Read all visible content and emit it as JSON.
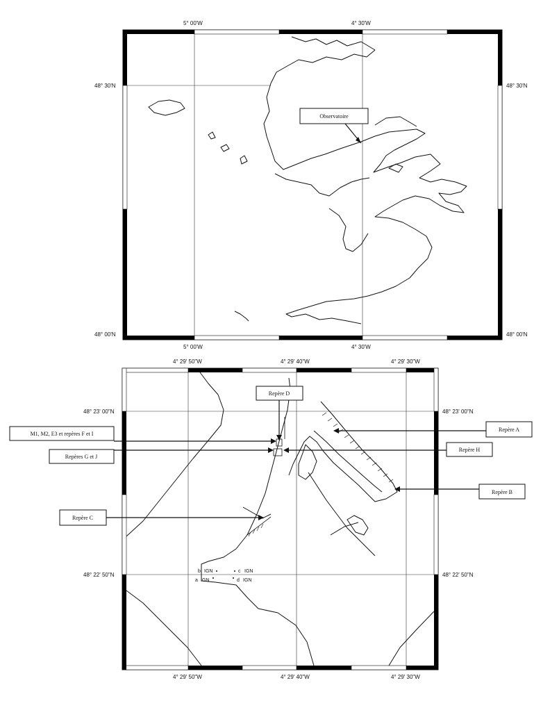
{
  "map_top": {
    "lon_top_ticks": [
      "5° 00'W",
      "4° 30'W"
    ],
    "lon_bottom_ticks": [
      "5° 00'W",
      "4° 30'W"
    ],
    "lat_left_ticks": [
      "48° 30'N",
      "48° 00'N"
    ],
    "lat_right_ticks": [
      "48° 30'N",
      "48° 00'N"
    ],
    "callout": "Observatoire"
  },
  "map_bottom": {
    "lon_top_ticks": [
      "4° 29' 50\"W",
      "4° 29' 40\"W",
      "4° 29' 30\"W"
    ],
    "lon_bottom_ticks": [
      "4° 29' 50\"W",
      "4° 29' 40\"W",
      "4° 29' 30\"W"
    ],
    "lat_left_ticks": [
      "48° 23' 00\"N",
      "48° 22' 50\"N"
    ],
    "lat_right_ticks": [
      "48° 23' 00\"N",
      "48° 22' 50\"N"
    ],
    "callouts": {
      "repere_d": "Repère D",
      "m1": "M1, M2, E3 et repères F et I",
      "reperes_gj": "Repères G et J",
      "repere_c": "Repère C",
      "repere_a": "Repère A",
      "repere_h": "Repère H",
      "repere_b": "Repère B"
    },
    "ign_points": {
      "b": "b",
      "c": "c",
      "a": "a",
      "d": "d",
      "ign": "IGN"
    }
  }
}
